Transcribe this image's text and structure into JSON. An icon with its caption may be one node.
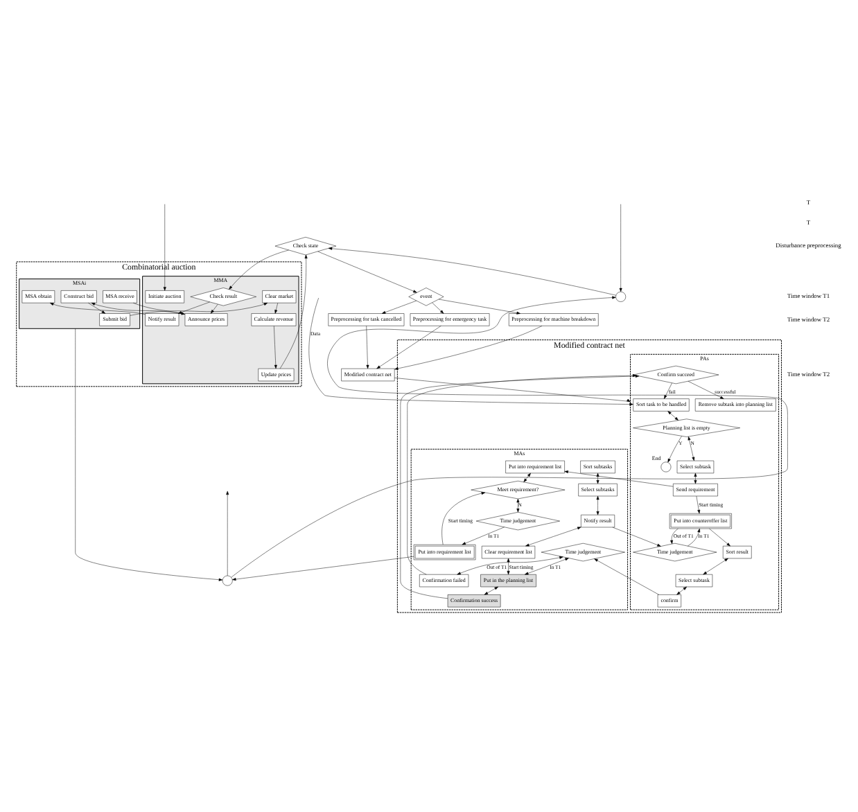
{
  "diagram": {
    "nodes": [
      {
        "text": [
          "Combinatorial auction"
        ]
      },
      {
        "text": [
          "MMA"
        ],
        "in": 0
      },
      {
        "text": [
          "Notify result"
        ],
        "in": 1
      },
      {
        "text": [
          "Check result"
        ],
        "in": 1
      },
      {
        "text": [
          "Announce prices"
        ],
        "in": 1
      },
      {
        "text": [
          "Update prices"
        ],
        "in": 1
      },
      {
        "text": [
          "Calculate revenue"
        ],
        "in": 1
      },
      {
        "text": [
          "Clear market"
        ],
        "in": 1
      },
      {
        "text": [
          "Initiate auction"
        ],
        "in": 1
      },
      {
        "text": [
          "MSAi"
        ],
        "in": 0
      },
      {
        "text": [
          "MSA obtain"
        ],
        "in": 9
      },
      {
        "text": [
          "MSA receive"
        ],
        "in": 9
      },
      {
        "text": [
          "Construct bid"
        ],
        "in": 9
      },
      {
        "text": [
          "Submit bid"
        ],
        "in": 9
      },
      {
        "text": [
          "Check state"
        ]
      },
      {
        "text": [],
        "shape": "circle"
      },
      {
        "text": [],
        "shape": "circle"
      },
      {
        "text": [
          "Modified contract net"
        ]
      },
      {
        "text": [
          "PAs"
        ],
        "in": 17
      },
      {
        "text": [
          "Sort task to be handled"
        ],
        "in": 18
      },
      {
        "text": [
          "Planning list is empty"
        ],
        "in": 18
      },
      {
        "text": [],
        "shape": "circle",
        "beside": [
          "End"
        ],
        "in": 18
      },
      {
        "text": [
          "Select subtask"
        ],
        "in": 18
      },
      {
        "text": [
          "Send requirement"
        ],
        "in": 18
      },
      {
        "text": [
          "Time judgement"
        ],
        "in": 18
      },
      {
        "text": [
          "Put into counteroffer list"
        ],
        "in": 18
      },
      {
        "text": [
          "Sort result"
        ],
        "in": 18
      },
      {
        "text": [
          "Select subtask"
        ],
        "in": 18
      },
      {
        "text": [
          "confirm"
        ],
        "in": 18
      },
      {
        "text": [
          "Confirm succeed"
        ],
        "in": 18
      },
      {
        "text": [
          "Remove subtask into planning list"
        ],
        "in": 18
      },
      {
        "text": [
          "MAs"
        ],
        "in": 17
      },
      {
        "text": [
          "Put into requirement list"
        ],
        "in": 31
      },
      {
        "text": [
          "Meet requirement?"
        ],
        "in": 31
      },
      {
        "text": [
          "Time judgement"
        ],
        "in": 31
      },
      {
        "text": [
          "Put into requirement list"
        ],
        "in": 31
      },
      {
        "text": [
          "Sort subtasks"
        ],
        "in": 31
      },
      {
        "text": [
          "Select subtasks"
        ],
        "in": 31
      },
      {
        "text": [
          "Notify result"
        ],
        "in": 31
      },
      {
        "text": [
          "Clear requirement list"
        ],
        "in": 31
      },
      {
        "text": [
          "Time judgement"
        ],
        "in": 31
      },
      {
        "text": [
          "Confirmation failed"
        ],
        "in": 31
      },
      {
        "text": [
          "Put in the planning list"
        ],
        "in": 31
      },
      {
        "text": [
          "Confirmation success"
        ],
        "in": 31
      },
      {
        "text": [
          "event"
        ]
      },
      {
        "text": [
          "Preprocessing for task cancelled"
        ]
      },
      {
        "text": [
          "Preprocessing for machine breakdown"
        ]
      },
      {
        "text": [
          "Preprocessing for emergency task"
        ]
      },
      {
        "text": [
          "Modified contract net"
        ]
      }
    ],
    "edges": [
      {
        "from": null,
        "to": 15,
        "arrow": "to"
      },
      {
        "from": 15,
        "to": 14,
        "arrow": "to"
      },
      {
        "from": 14,
        "to": 3,
        "arrow": "to"
      },
      {
        "from": 5,
        "to": 14,
        "arrow": "to"
      },
      {
        "from": 3,
        "to": 2,
        "arrow": "to"
      },
      {
        "from": 3,
        "to": 4,
        "arrow": "to"
      },
      {
        "from": 2,
        "to": 10,
        "arrow": "to"
      },
      {
        "from": 11,
        "to": 4,
        "arrow": "to"
      },
      {
        "from": 4,
        "to": 12,
        "arrow": "to"
      },
      {
        "from": 12,
        "to": 13,
        "arrow": "to"
      },
      {
        "from": 13,
        "to": 7,
        "arrow": "to"
      },
      {
        "from": 7,
        "to": 6,
        "arrow": "to"
      },
      {
        "from": 6,
        "to": 5,
        "arrow": "to"
      },
      {
        "from": null,
        "to": 8,
        "arrow": "to"
      },
      {
        "from": 14,
        "to": 44,
        "arrow": "to"
      },
      {
        "from": 9,
        "to": 16,
        "arrow": "to"
      },
      {
        "from": 35,
        "to": 16,
        "arrow": "to"
      },
      {
        "from": 16,
        "to": null,
        "arrow": "to"
      },
      {
        "from": 16,
        "to": 15,
        "arrow": "to"
      },
      {
        "from": 44,
        "to": 45,
        "arrow": "to"
      },
      {
        "from": 44,
        "to": 46,
        "arrow": "to"
      },
      {
        "from": 44,
        "to": 47,
        "arrow": "to"
      },
      {
        "from": 45,
        "to": 48,
        "arrow": "to"
      },
      {
        "from": 46,
        "to": 48,
        "arrow": "to"
      },
      {
        "from": 47,
        "to": 48,
        "arrow": "to"
      },
      {
        "from": 48,
        "to": 18,
        "arrow": "to"
      },
      {
        "from": null,
        "to": 19,
        "arrow": "to",
        "label": "Data"
      },
      {
        "from": 19,
        "to": 20,
        "arrow": "both"
      },
      {
        "from": 20,
        "to": 21,
        "arrow": "to",
        "label": "Y"
      },
      {
        "from": 20,
        "to": 22,
        "arrow": "both",
        "label": "N"
      },
      {
        "from": 22,
        "to": 23,
        "arrow": "both"
      },
      {
        "from": 23,
        "to": 32,
        "arrow": "to"
      },
      {
        "from": 23,
        "to": 25,
        "arrow": "to",
        "label": "Start timing"
      },
      {
        "from": 24,
        "to": 25,
        "arrow": "to",
        "label": "In T1"
      },
      {
        "from": 25,
        "to": 24,
        "arrow": "to",
        "label": "Out of T1"
      },
      {
        "from": 25,
        "to": 26,
        "arrow": "to"
      },
      {
        "from": 26,
        "to": 27,
        "arrow": "both"
      },
      {
        "from": 27,
        "to": 28,
        "arrow": "both"
      },
      {
        "from": 28,
        "to": 40,
        "arrow": "to"
      },
      {
        "from": 29,
        "to": 19,
        "arrow": "to",
        "label": "fail"
      },
      {
        "from": 29,
        "to": 30,
        "arrow": "to",
        "label": "successful"
      },
      {
        "from": 38,
        "to": 24,
        "arrow": "to"
      },
      {
        "from": 41,
        "to": 29,
        "arrow": "to"
      },
      {
        "from": 43,
        "to": 29,
        "arrow": "to"
      },
      {
        "from": 32,
        "to": 33,
        "arrow": "both"
      },
      {
        "from": 33,
        "to": 34,
        "arrow": "both",
        "label": "N"
      },
      {
        "from": 34,
        "to": 35,
        "arrow": "to",
        "label": "In T1"
      },
      {
        "from": 35,
        "to": 33,
        "arrow": "to",
        "label": "Start timing"
      },
      {
        "from": 36,
        "to": 37,
        "arrow": "both"
      },
      {
        "from": 37,
        "to": 38,
        "arrow": "both"
      },
      {
        "from": 38,
        "to": 39,
        "arrow": "both"
      },
      {
        "from": 39,
        "to": 42,
        "arrow": "both",
        "label": "Start timing"
      },
      {
        "from": 40,
        "to": 41,
        "arrow": "both",
        "label": "Out of T1"
      },
      {
        "from": 40,
        "to": 42,
        "arrow": "both",
        "label": "In T1"
      },
      {
        "from": 42,
        "to": 43,
        "arrow": "both"
      }
    ],
    "labels": [
      "T",
      "T",
      "Disturbance preprocessing",
      "Time window T1",
      "Time window T2",
      "Time window T2"
    ]
  }
}
